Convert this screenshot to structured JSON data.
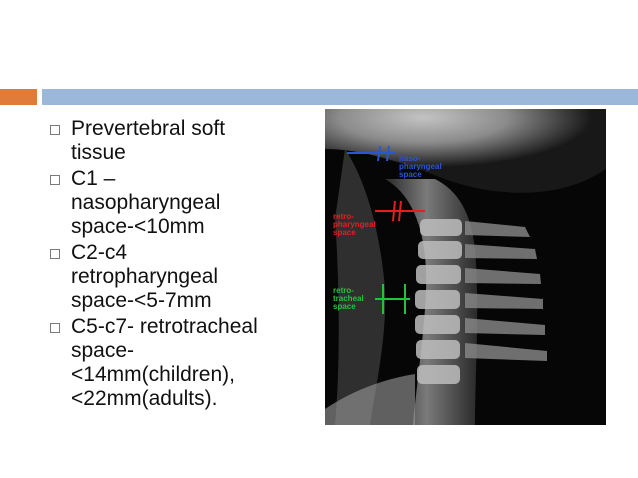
{
  "slide": {
    "bullets": [
      {
        "text": "Prevertebral soft\ntissue"
      },
      {
        "text": "C1 –\nnasopharyngeal\nspace-<10mm"
      },
      {
        "text": "C2-c4\nretropharyngeal\nspace-<5-7mm"
      },
      {
        "text": "C5-c7- retrotracheal\nspace-\n<14mm(children),\n<22mm(adults)."
      }
    ]
  },
  "xray": {
    "annotations": [
      {
        "text": "naso-\npharyngeal\nspace",
        "color": "#2b55d6"
      },
      {
        "text": "retro-\npharyngeal\nspace",
        "color": "#e02020"
      },
      {
        "text": "retro-\ntracheal\nspace",
        "color": "#22c33a"
      }
    ]
  },
  "colors": {
    "accent_orange": "#e07b39",
    "header_blue": "#9bb8d8"
  }
}
